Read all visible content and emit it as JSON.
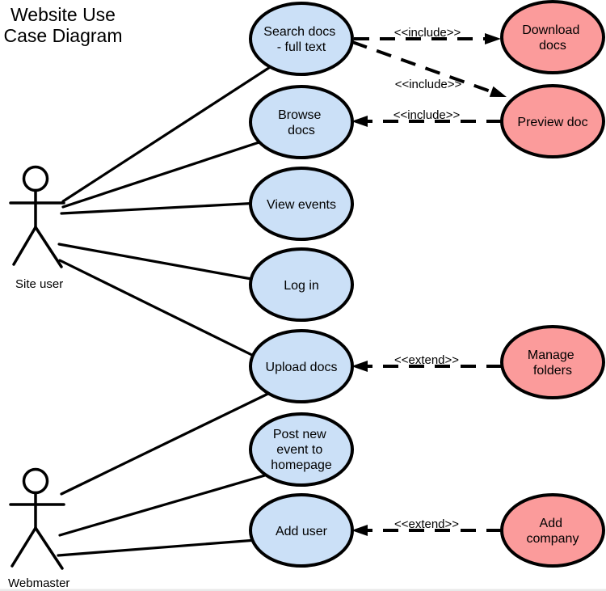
{
  "diagram": {
    "title_line1": "Website Use",
    "title_line2": "Case Diagram"
  },
  "actors": [
    {
      "name": "Site user"
    },
    {
      "name": "Webmaster"
    }
  ],
  "use_cases": {
    "search_docs": {
      "lines": [
        "Search docs",
        "- full text"
      ],
      "category": "primary"
    },
    "browse_docs": {
      "lines": [
        "Browse",
        "docs"
      ],
      "category": "primary"
    },
    "view_events": {
      "lines": [
        "View events"
      ],
      "category": "primary"
    },
    "log_in": {
      "lines": [
        "Log in"
      ],
      "category": "primary"
    },
    "upload_docs": {
      "lines": [
        "Upload docs"
      ],
      "category": "primary"
    },
    "post_new_event": {
      "lines": [
        "Post new",
        "event to",
        "homepage"
      ],
      "category": "primary"
    },
    "add_user": {
      "lines": [
        "Add user"
      ],
      "category": "primary"
    },
    "download_docs": {
      "lines": [
        "Download",
        "docs"
      ],
      "category": "secondary"
    },
    "preview_doc": {
      "lines": [
        "Preview doc"
      ],
      "category": "secondary"
    },
    "manage_folders": {
      "lines": [
        "Manage",
        "folders"
      ],
      "category": "secondary"
    },
    "add_company": {
      "lines": [
        "Add",
        "company"
      ],
      "category": "secondary"
    }
  },
  "associations": [
    {
      "from": "Site user",
      "to": "Search docs - full text"
    },
    {
      "from": "Site user",
      "to": "Browse docs"
    },
    {
      "from": "Site user",
      "to": "View events"
    },
    {
      "from": "Site user",
      "to": "Log in"
    },
    {
      "from": "Site user",
      "to": "Upload docs"
    },
    {
      "from": "Webmaster",
      "to": "Upload docs"
    },
    {
      "from": "Webmaster",
      "to": "Post new event to homepage"
    },
    {
      "from": "Webmaster",
      "to": "Add user"
    }
  ],
  "dependencies": [
    {
      "from": "Search docs - full text",
      "to": "Download docs",
      "stereotype": "<<include>>"
    },
    {
      "from": "Search docs - full text",
      "to": "Preview doc",
      "stereotype": "<<include>>"
    },
    {
      "from": "Preview doc",
      "to": "Browse docs",
      "stereotype": "<<include>>"
    },
    {
      "from": "Manage folders",
      "to": "Upload docs",
      "stereotype": "<<extend>>"
    },
    {
      "from": "Add company",
      "to": "Add user",
      "stereotype": "<<extend>>"
    }
  ],
  "colors": {
    "use_case_fill": "#cbe0f7",
    "extension_fill": "#fb9b9b",
    "actor_head_fill": "#fafa9e",
    "line_color": "#000000",
    "background": "#ffffff"
  }
}
